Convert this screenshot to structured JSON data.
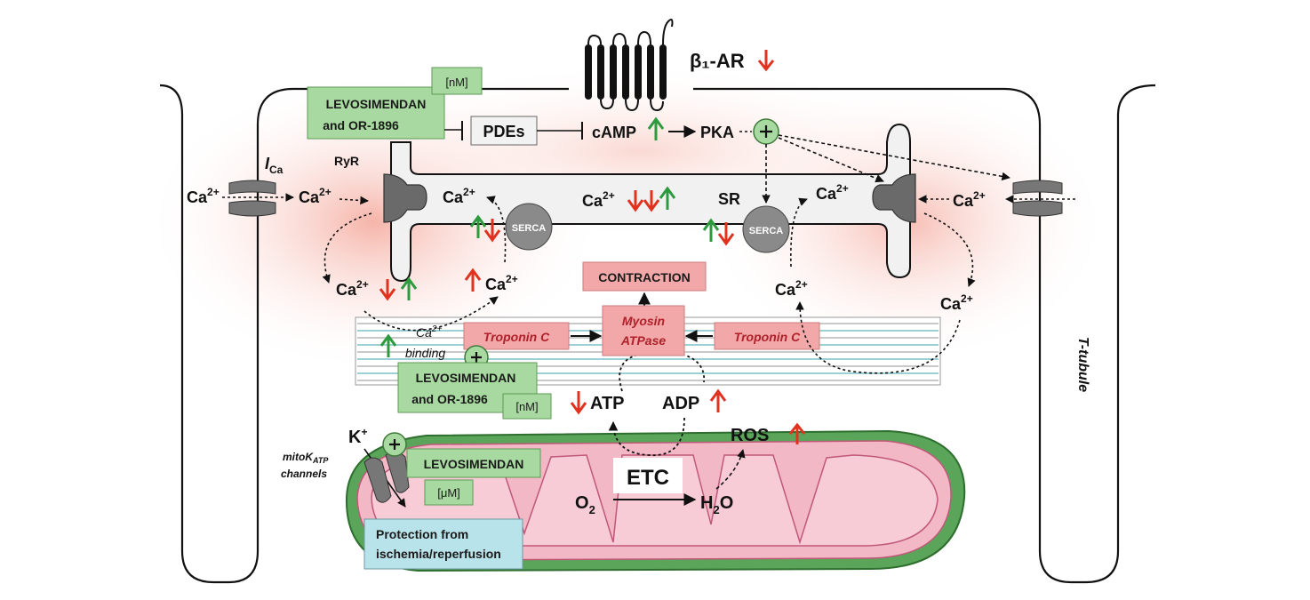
{
  "receptor": {
    "label": "β₁-AR"
  },
  "drug_boxes": {
    "top": {
      "line1": "LEVOSIMENDAN",
      "line2": "and OR-1896",
      "conc": "[nM]"
    },
    "middle": {
      "line1": "LEVOSIMENDAN",
      "line2": "and OR-1896",
      "conc": "[nM]"
    },
    "mito": {
      "line1": "LEVOSIMENDAN",
      "conc": "[μM]"
    }
  },
  "signaling": {
    "pdes": "PDEs",
    "camp": "cAMP",
    "pka": "PKA"
  },
  "calcium": {
    "ca": "Ca",
    "charge": "2+",
    "ica_letter": "I",
    "ica_sub": "Ca",
    "ryr": "RyR",
    "sr": "SR",
    "serca": "SERCA",
    "binding_line2": "binding"
  },
  "contraction": {
    "contraction": "CONTRACTION",
    "myosin_line1": "Myosin",
    "myosin_line2": "ATPase",
    "troponin_left": "Troponin C",
    "troponin_right": "Troponin C"
  },
  "energetics": {
    "atp": "ATP",
    "adp": "ADP",
    "ros": "ROS",
    "etc": "ETC",
    "o2_base": "O",
    "o2_sub": "2",
    "h2o_h": "H",
    "h2o_sub": "2",
    "h2o_o": "O"
  },
  "mitok": {
    "k": "K",
    "k_sup": "+",
    "line1_pre": "mitoK",
    "line1_sub": "ATP",
    "line2": "channels"
  },
  "protection": {
    "line1": "Protection from",
    "line2": "ischemia/reperfusion"
  },
  "ttubule": "T-tubule",
  "colors": {
    "green_arrow": "#2e9a3e",
    "red_arrow": "#e0321f",
    "drug_box": "#a8d9a0",
    "pink_box": "#f2a8a8",
    "protection_box": "#b9e3ea"
  }
}
